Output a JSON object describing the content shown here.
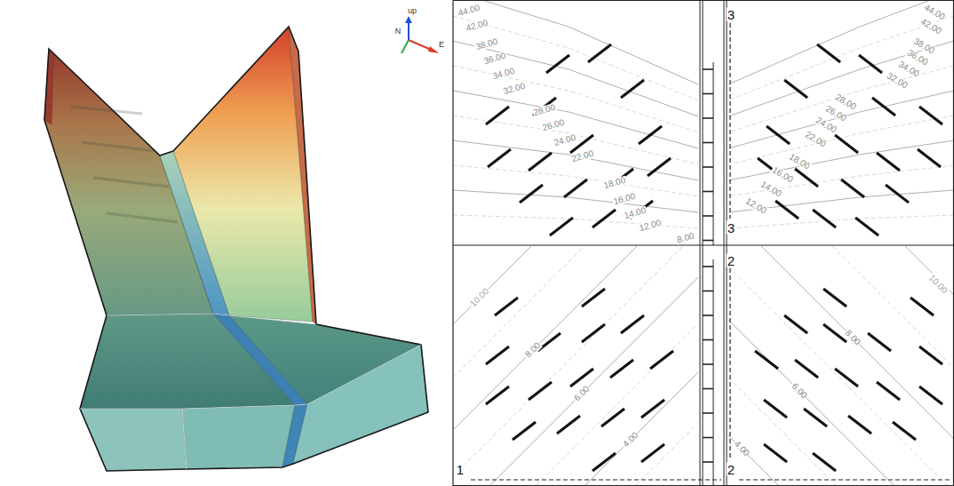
{
  "diagram": {
    "labels": [
      "44.00",
      "42.00",
      "38.00",
      "36.00",
      "34.00",
      "32.00",
      "28.00",
      "26.00",
      "24.00",
      "22.00",
      "18.00",
      "16.00",
      "14.00",
      "12.00",
      "8.00",
      "44.00",
      "42.00",
      "38.00",
      "36.00",
      "34.00",
      "32.00",
      "28.00",
      "26.00",
      "24.00",
      "22.00",
      "18.00",
      "16.00",
      "14.00",
      "12.00",
      "10.00",
      "8.00",
      "6.00",
      "4.00",
      "10.00",
      "8.00",
      "6.00",
      "4.00",
      "3",
      "3",
      "2",
      "2",
      "1",
      "up",
      "N",
      "E"
    ]
  }
}
